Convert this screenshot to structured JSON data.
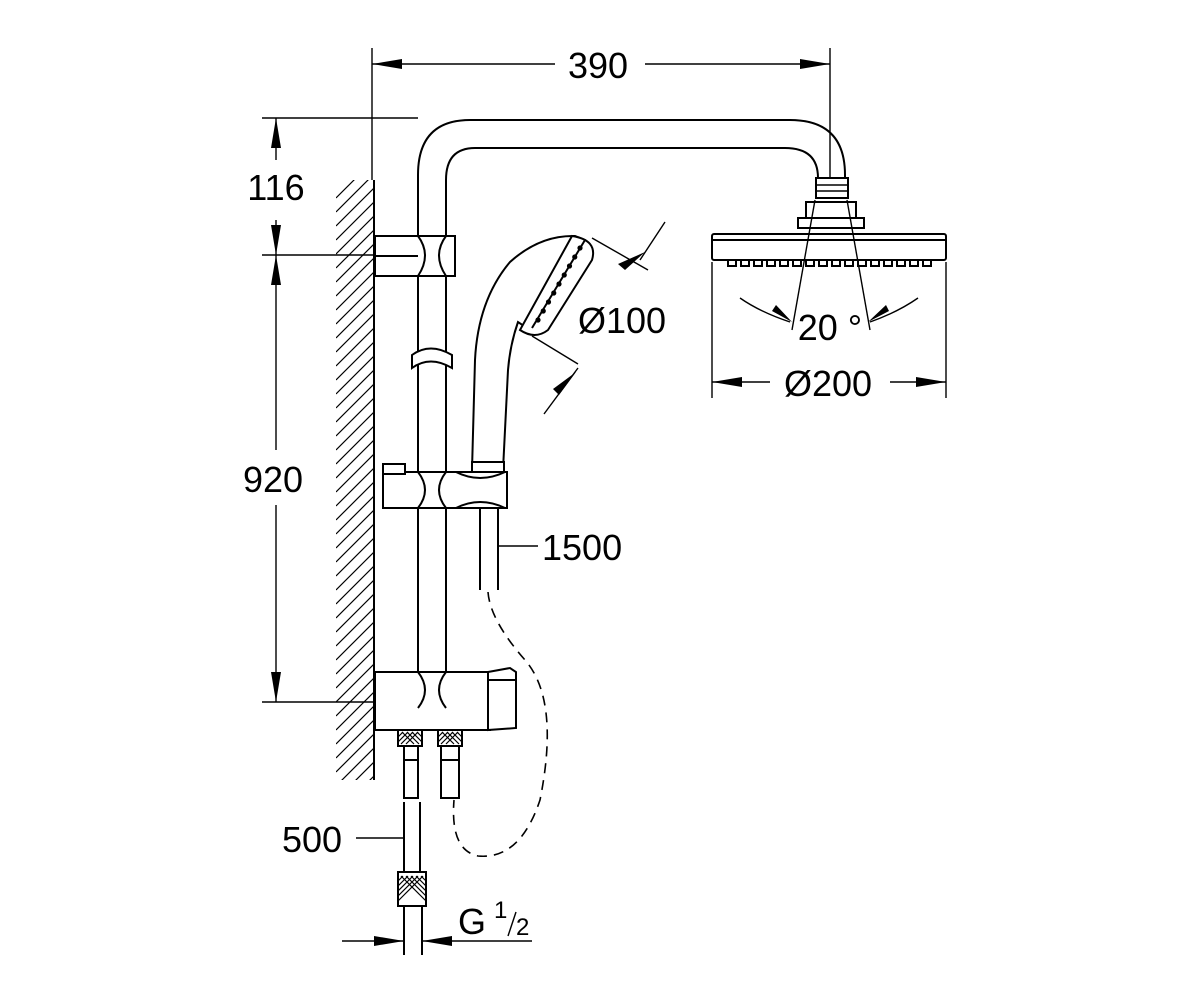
{
  "dimensions": {
    "width_top": "390",
    "height_top": "116",
    "height_bar": "920",
    "hand_shower_diameter": "Ø100",
    "head_shower_diameter": "Ø200",
    "spray_angle": "20 °",
    "hose_length": "1500",
    "lower_hose_length": "500",
    "thread_main": "G",
    "thread_num": "1",
    "thread_den": "2"
  }
}
